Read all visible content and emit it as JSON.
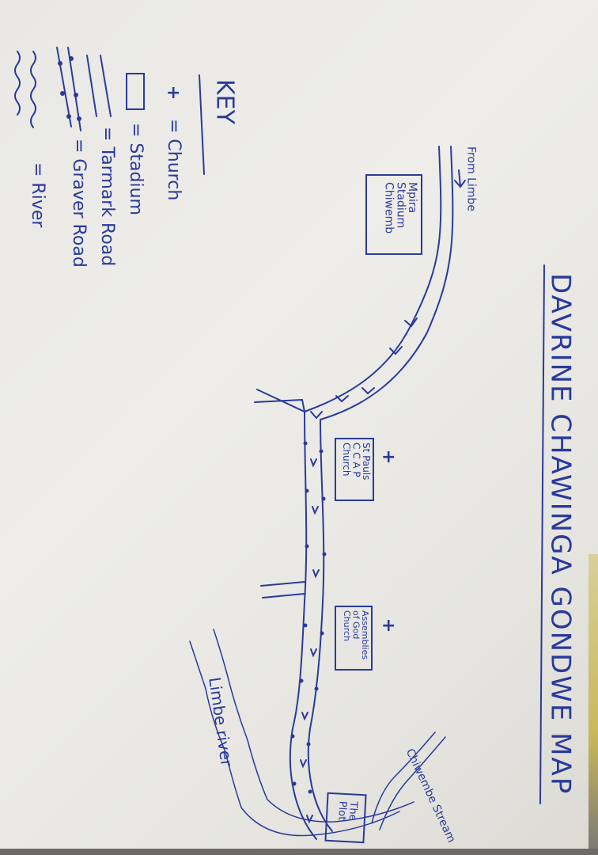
{
  "title": "DAVRINE CHAWINGA GONDWE MAP",
  "key": {
    "heading": "KEY",
    "items": [
      {
        "symbol": "cross",
        "label": "= Church"
      },
      {
        "symbol": "square",
        "label": "= Stadium"
      },
      {
        "symbol": "double-line",
        "label": "= Tarmark Road"
      },
      {
        "symbol": "dotted-double-line",
        "label": "= Graver Road"
      },
      {
        "symbol": "wavy-line",
        "label": "= River"
      }
    ]
  },
  "labels": {
    "from_limbe": "From Limbe",
    "stadium": "Mpira Stadium Chiwemb",
    "stadium_lines": [
      "Mpira",
      "Stadium",
      "Chiwemb"
    ],
    "st_pauls_lines": [
      "St Pauls",
      "C C A P",
      "Church"
    ],
    "assemblies_lines": [
      "Assemblies",
      "of God",
      "Church"
    ],
    "plot_lines": [
      "The",
      "Plot"
    ],
    "chiwembe_stream": "Chiwembe Stream",
    "limbe_river": "Limbe river"
  },
  "colors": {
    "ink": "#2a3a9a",
    "paper": "#eceae6"
  }
}
